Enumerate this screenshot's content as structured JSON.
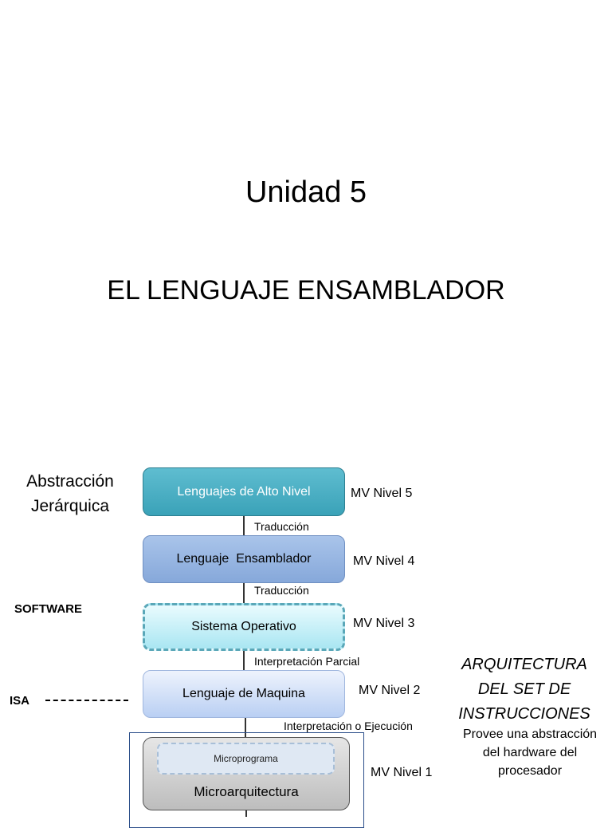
{
  "title": "Unidad 5",
  "subtitle": "EL LENGUAJE ENSAMBLADOR",
  "diagram": {
    "heading_line1": "Abstracción",
    "heading_line2": "Jerárquica",
    "levels": {
      "l5": {
        "label": "Lenguajes de Alto Nivel",
        "mv": "MV Nivel 5"
      },
      "l4": {
        "label": "Lenguaje  Ensamblador",
        "mv": "MV Nivel 4"
      },
      "l3": {
        "label": "Sistema Operativo",
        "mv": "MV Nivel 3"
      },
      "l2": {
        "label": "Lenguaje de Maquina",
        "mv": "MV Nivel 2"
      },
      "l1": {
        "label": "Microarquitectura",
        "inner": "Microprograma",
        "mv": "MV Nivel 1"
      }
    },
    "connectors": {
      "c54": "Traducción",
      "c43": "Traducción",
      "c32": "Interpretación Parcial",
      "c21": "Interpretación o Ejecución"
    },
    "software_label": "SOFTWARE",
    "isa_label": "ISA",
    "arq_line1": "ARQUITECTURA",
    "arq_line2": "DEL SET DE",
    "arq_line3": "INSTRUCCIONES",
    "prov_line1": "Provee una abstracción",
    "prov_line2": "del hardware del",
    "prov_line3": "procesador"
  }
}
